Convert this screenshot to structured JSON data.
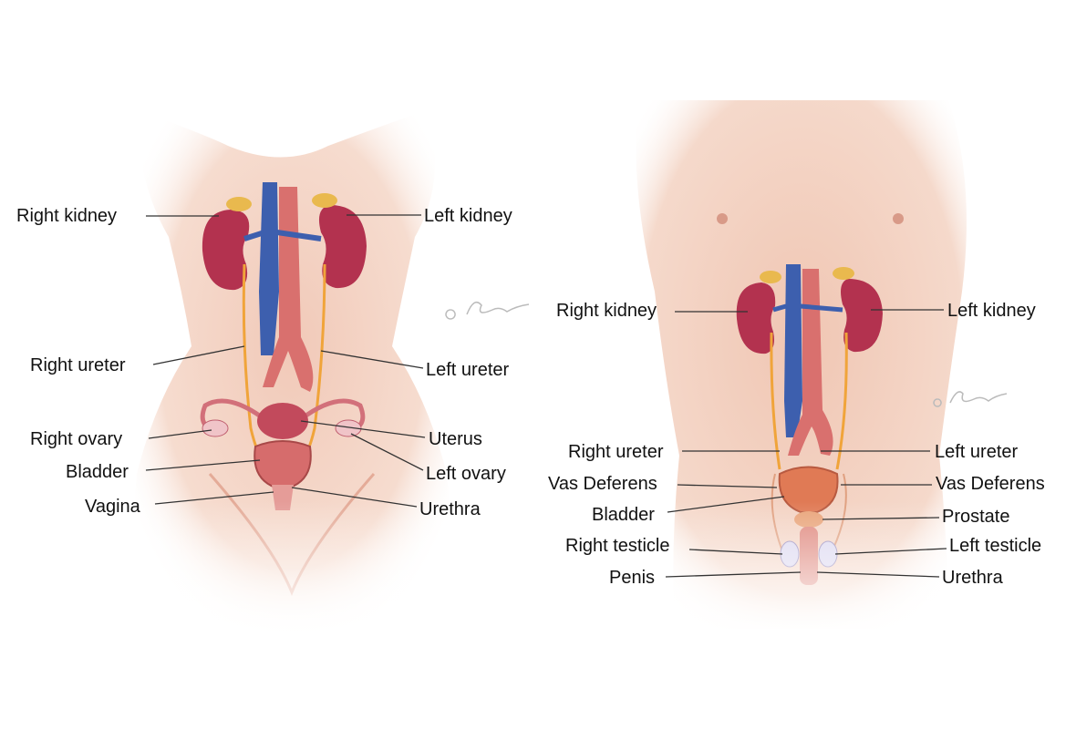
{
  "female": {
    "signature": "© signature",
    "labels": {
      "right_kidney": "Right kidney",
      "left_kidney": "Left kidney",
      "right_ureter": "Right ureter",
      "left_ureter": "Left ureter",
      "right_ovary": "Right ovary",
      "uterus": "Uterus",
      "bladder": "Bladder",
      "left_ovary": "Left ovary",
      "vagina": "Vagina",
      "urethra": "Urethra"
    }
  },
  "male": {
    "signature": "© signature",
    "labels": {
      "right_kidney": "Right kidney",
      "left_kidney": "Left kidney",
      "right_ureter": "Right ureter",
      "left_ureter": "Left ureter",
      "vas_deferens_right": "Vas Deferens",
      "vas_deferens_left": "Vas Deferens",
      "bladder": "Bladder",
      "prostate": "Prostate",
      "right_testicle": "Right testicle",
      "left_testicle": "Left testicle",
      "penis": "Penis",
      "urethra": "Urethra"
    }
  },
  "colors": {
    "skin": "#f2cfbf",
    "kidney": "#b3324f",
    "vein": "#3d5fae",
    "artery": "#d9706e",
    "ureter": "#f0a43a"
  }
}
